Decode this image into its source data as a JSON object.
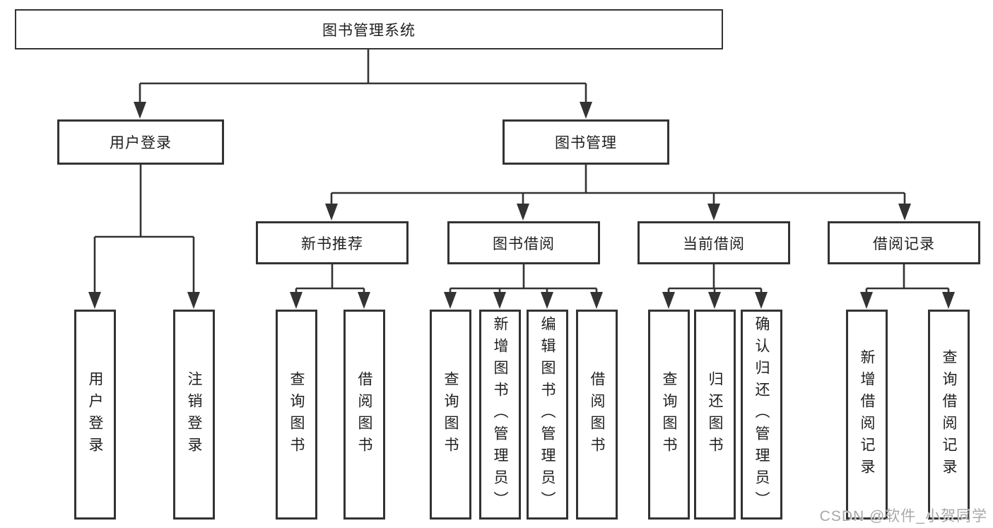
{
  "tree": {
    "root": "图书管理系统",
    "branches": [
      {
        "label": "用户登录",
        "children": [
          "用户登录",
          "注销登录"
        ]
      },
      {
        "label": "图书管理",
        "sections": [
          {
            "label": "新书推荐",
            "children": [
              "查询图书",
              "借阅图书"
            ]
          },
          {
            "label": "图书借阅",
            "children": [
              "查询图书",
              "新增图书（管理员）",
              "编辑图书（管理员）",
              "借阅图书"
            ]
          },
          {
            "label": "当前借阅",
            "children": [
              "查询图书",
              "归还图书",
              "确认归还（管理员）"
            ]
          },
          {
            "label": "借阅记录",
            "children": [
              "新增借阅记录",
              "查询借阅记录"
            ]
          }
        ]
      }
    ]
  },
  "watermark": {
    "text": "CSDN @软件_小贺同学"
  },
  "colors": {
    "line": "#333333",
    "text": "#1f1f1f",
    "background": "#ffffff",
    "watermark": "#a8a8a8"
  }
}
